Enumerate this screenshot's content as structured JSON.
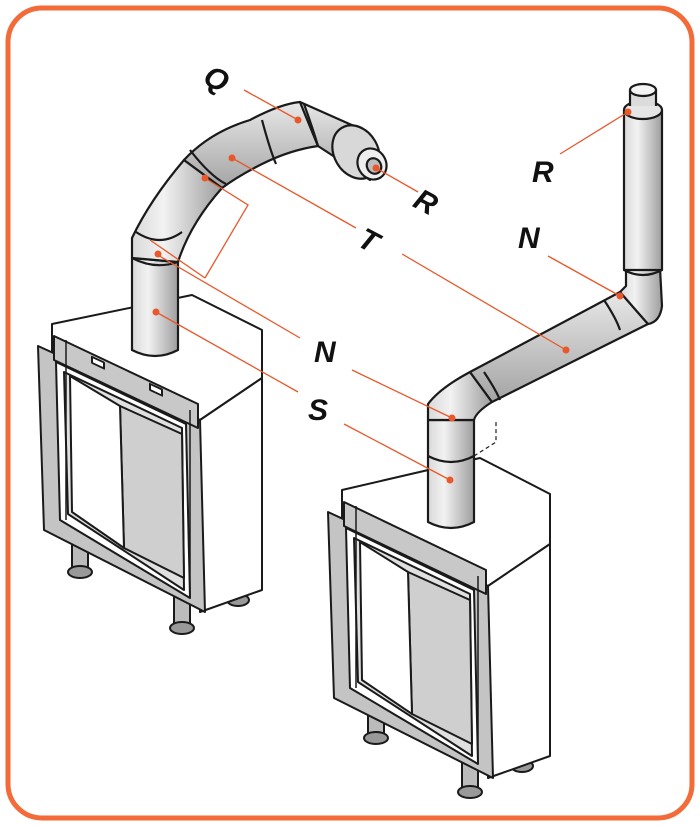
{
  "colors": {
    "frame": "#f26b38",
    "leader": "#e8582b",
    "pipe_light": "#ececec",
    "pipe_dark": "#a9a9a9",
    "stroke": "#1a1a1a",
    "panel": "#c9c9c9",
    "panel_dark": "#b8b8b8"
  },
  "labels": {
    "Q": "Q",
    "R_left": "R",
    "T": "T",
    "R_right": "R",
    "N_right": "N",
    "N_mid": "N",
    "S": "S"
  },
  "parts": {
    "fireplace_left": "fireplace",
    "fireplace_right": "fireplace",
    "flue_left": "flue",
    "flue_right": "flue"
  }
}
